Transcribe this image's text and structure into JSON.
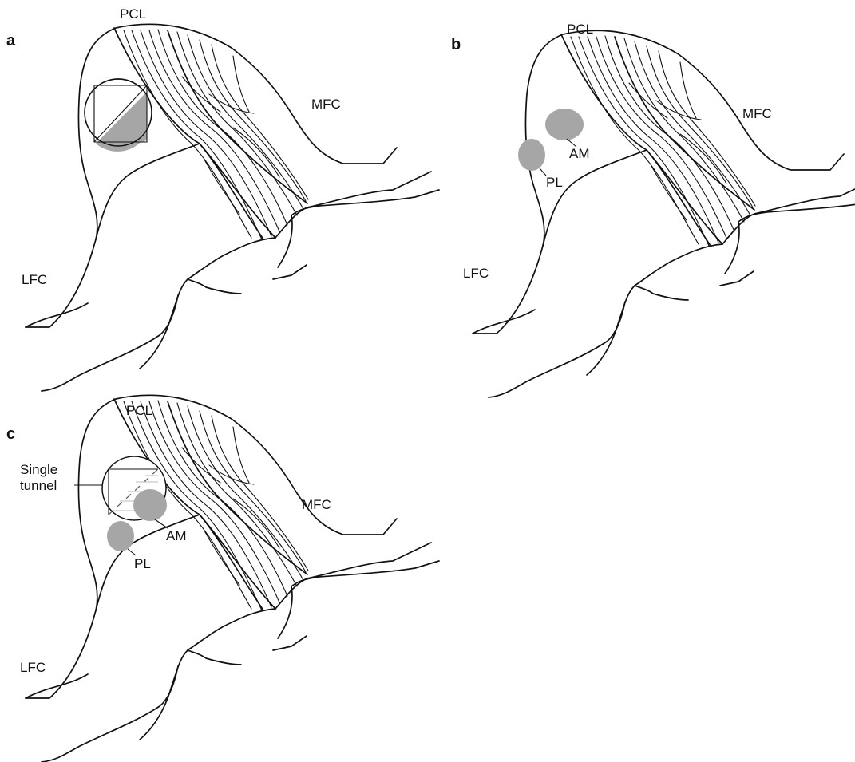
{
  "panels": [
    {
      "letter": "a",
      "labels": {
        "pcl": "PCL",
        "mfc": "MFC",
        "lfc": "LFC"
      }
    },
    {
      "letter": "b",
      "labels": {
        "pcl": "PCL",
        "mfc": "MFC",
        "lfc": "LFC",
        "am": "AM",
        "pl": "PL"
      }
    },
    {
      "letter": "c",
      "labels": {
        "pcl": "PCL",
        "mfc": "MFC",
        "lfc": "LFC",
        "am": "AM",
        "pl": "PL",
        "single_tunnel_line1": "Single",
        "single_tunnel_line2": "tunnel"
      }
    }
  ],
  "colors": {
    "line": "#111111",
    "tunnel_fill": "#a6a6a6",
    "background": "#ffffff"
  }
}
